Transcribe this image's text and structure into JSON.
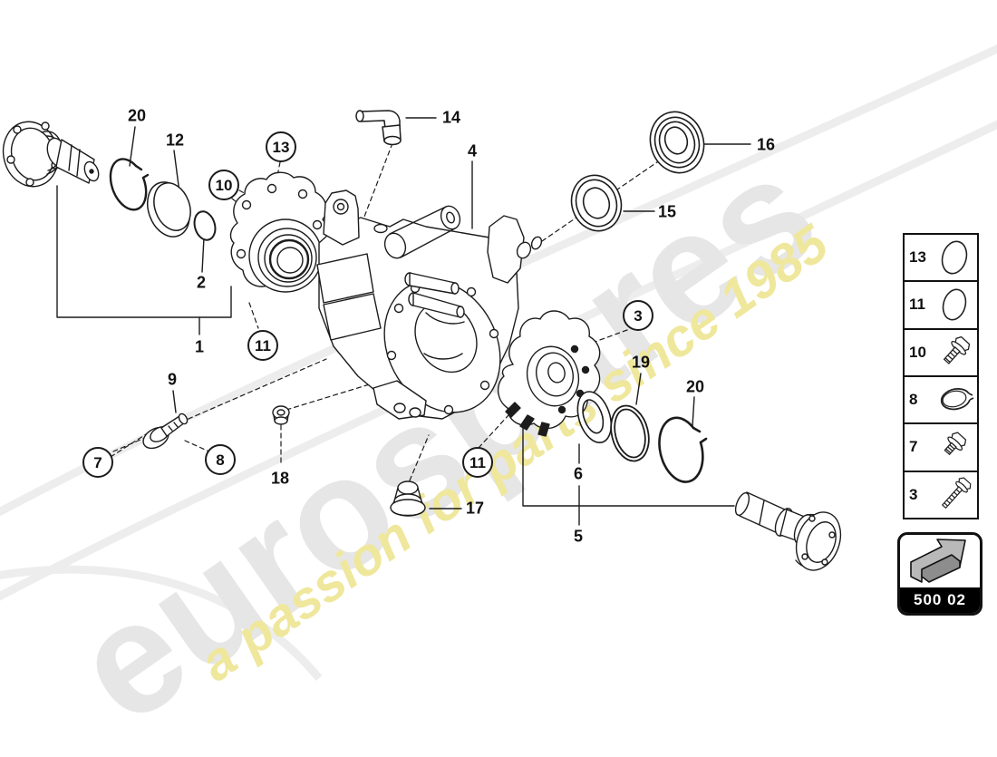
{
  "watermark": {
    "brand": "eurospares",
    "tagline": "a passion for parts since 1985",
    "brand_color": "#e6e6e6",
    "tagline_color": "#efe79c",
    "swoosh_color": "#ededed"
  },
  "diagram": {
    "line_color": "#1c1c1c",
    "circled_callouts": [
      {
        "label": "13"
      },
      {
        "label": "10"
      },
      {
        "label": "11"
      },
      {
        "label": "7"
      },
      {
        "label": "8"
      },
      {
        "label": "3"
      },
      {
        "label": "11"
      }
    ],
    "plain_callouts": [
      {
        "label": "20"
      },
      {
        "label": "12"
      },
      {
        "label": "2"
      },
      {
        "label": "1"
      },
      {
        "label": "9"
      },
      {
        "label": "14"
      },
      {
        "label": "4"
      },
      {
        "label": "16"
      },
      {
        "label": "15"
      },
      {
        "label": "18"
      },
      {
        "label": "17"
      },
      {
        "label": "6"
      },
      {
        "label": "5"
      },
      {
        "label": "19"
      },
      {
        "label": "20"
      }
    ]
  },
  "legend": {
    "rows": [
      {
        "number": "13",
        "icon": "o-ring-icon"
      },
      {
        "number": "11",
        "icon": "o-ring-icon"
      },
      {
        "number": "10",
        "icon": "flange-bolt-icon"
      },
      {
        "number": "8",
        "icon": "snap-ring-icon"
      },
      {
        "number": "7",
        "icon": "flange-bolt-short-icon"
      },
      {
        "number": "3",
        "icon": "flange-bolt-long-icon"
      }
    ]
  },
  "page_ref": {
    "code": "500 02"
  }
}
